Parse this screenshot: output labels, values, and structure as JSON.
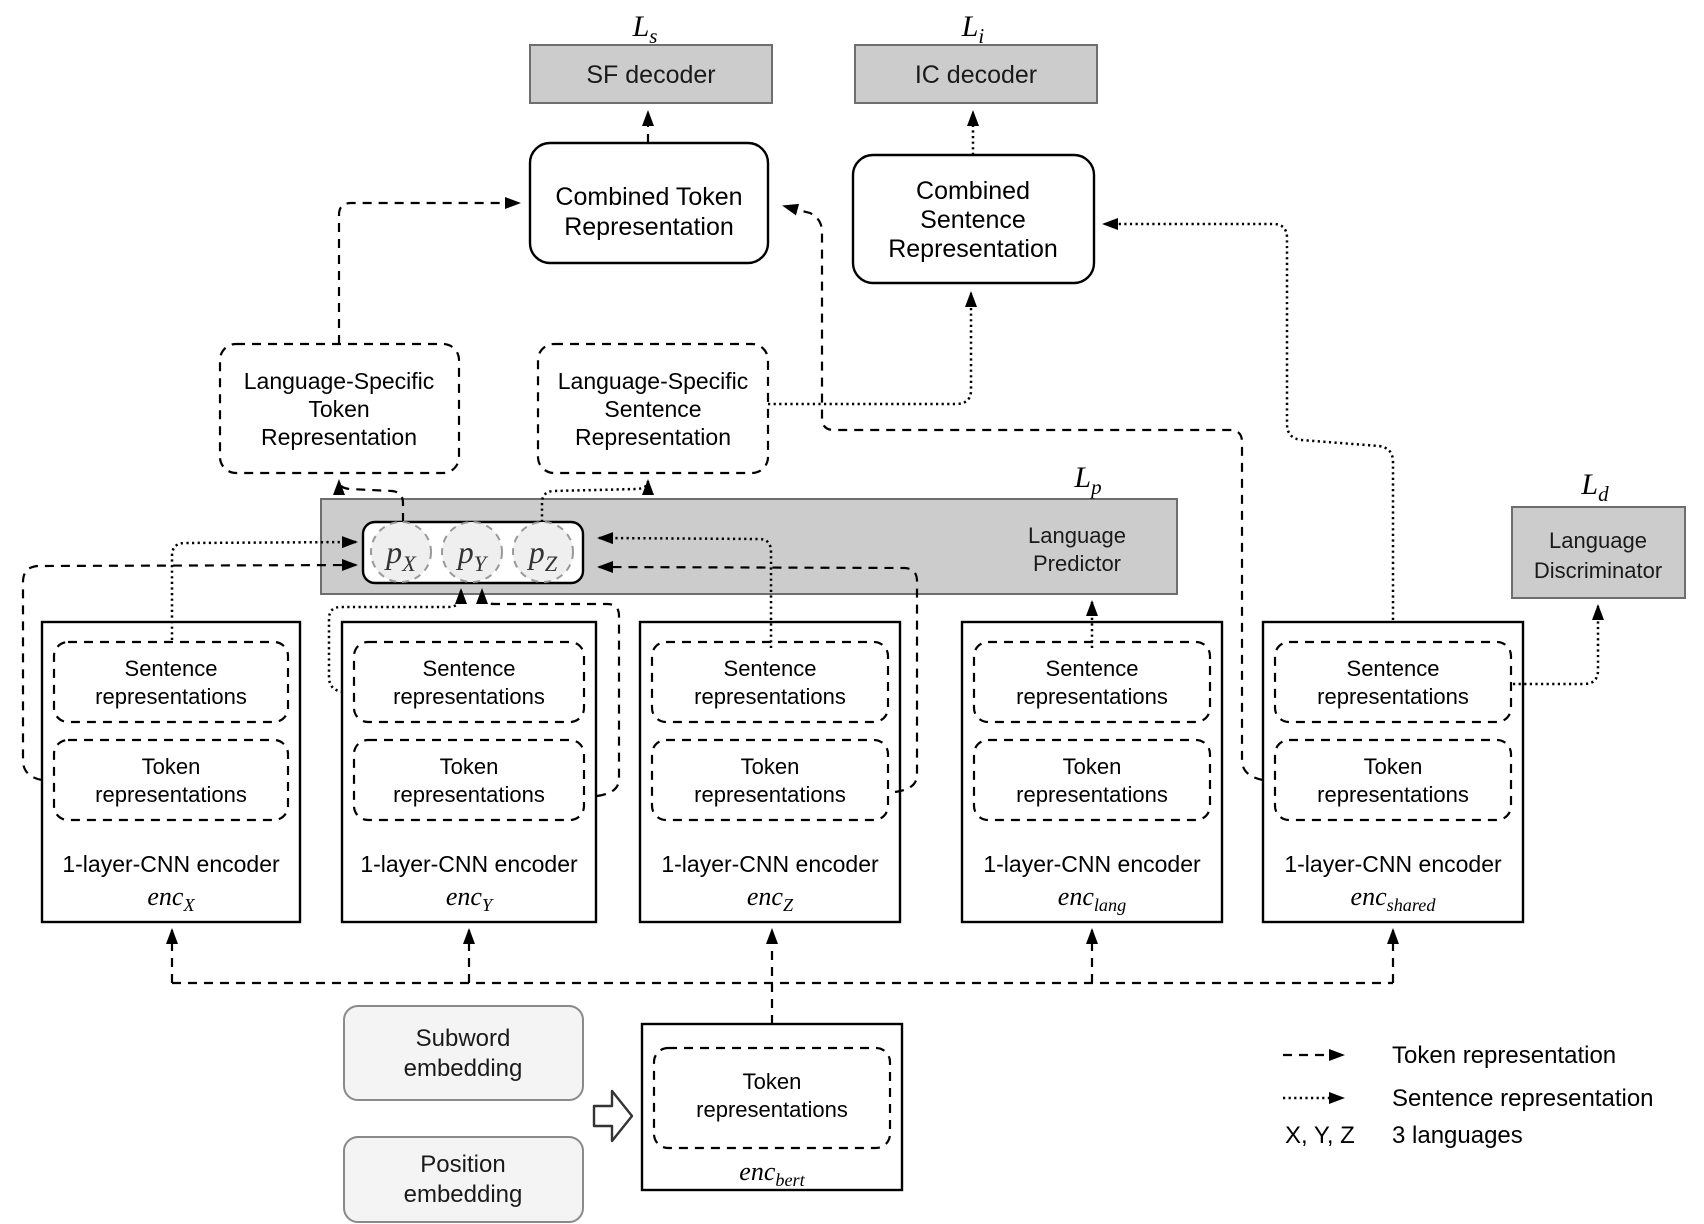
{
  "diagram": {
    "losses": {
      "slot": {
        "base": "L",
        "sub": "s"
      },
      "intent": {
        "base": "L",
        "sub": "i"
      },
      "predictor": {
        "base": "L",
        "sub": "p"
      },
      "discriminator": {
        "base": "L",
        "sub": "d"
      }
    },
    "decoders": {
      "sf": "SF decoder",
      "ic": "IC decoder"
    },
    "combined_token": [
      "Combined Token",
      "Representation"
    ],
    "combined_sentence": [
      "Combined",
      "Sentence",
      "Representation"
    ],
    "lang_specific_token": [
      "Language-Specific",
      "Token",
      "Representation"
    ],
    "lang_specific_sentence": [
      "Language-Specific",
      "Sentence",
      "Representation"
    ],
    "language_predictor": [
      "Language",
      "Predictor"
    ],
    "language_discriminator": [
      "Language",
      "Discriminator"
    ],
    "predictions": [
      {
        "base": "p",
        "sub": "X"
      },
      {
        "base": "p",
        "sub": "Y"
      },
      {
        "base": "p",
        "sub": "Z"
      }
    ],
    "encoder_title": "1-layer-CNN encoder",
    "encoders": [
      {
        "name": {
          "base": "enc",
          "sub": "X"
        }
      },
      {
        "name": {
          "base": "enc",
          "sub": "Y"
        }
      },
      {
        "name": {
          "base": "enc",
          "sub": "Z"
        }
      },
      {
        "name": {
          "base": "enc",
          "sub": "lang"
        }
      },
      {
        "name": {
          "base": "enc",
          "sub": "shared"
        }
      }
    ],
    "sentence_reps": [
      "Sentence",
      "representations"
    ],
    "token_reps": [
      "Token",
      "representations"
    ],
    "embeddings": {
      "subword": [
        "Subword",
        "embedding"
      ],
      "position": [
        "Position",
        "embedding"
      ]
    },
    "bert": {
      "token_reps": [
        "Token",
        "representations"
      ],
      "name": {
        "base": "enc",
        "sub": "bert"
      }
    },
    "legend": {
      "token_arrow_label": "Token representation",
      "sentence_arrow_label": "Sentence representation",
      "languages_key": "X, Y, Z",
      "languages_value": "3 languages"
    },
    "colors": {
      "gray_fill": "#cccccc",
      "gray_border": "#6e6e6e",
      "light_fill": "#f4f4f4",
      "line": "#000000",
      "circle_border": "#999999"
    }
  }
}
